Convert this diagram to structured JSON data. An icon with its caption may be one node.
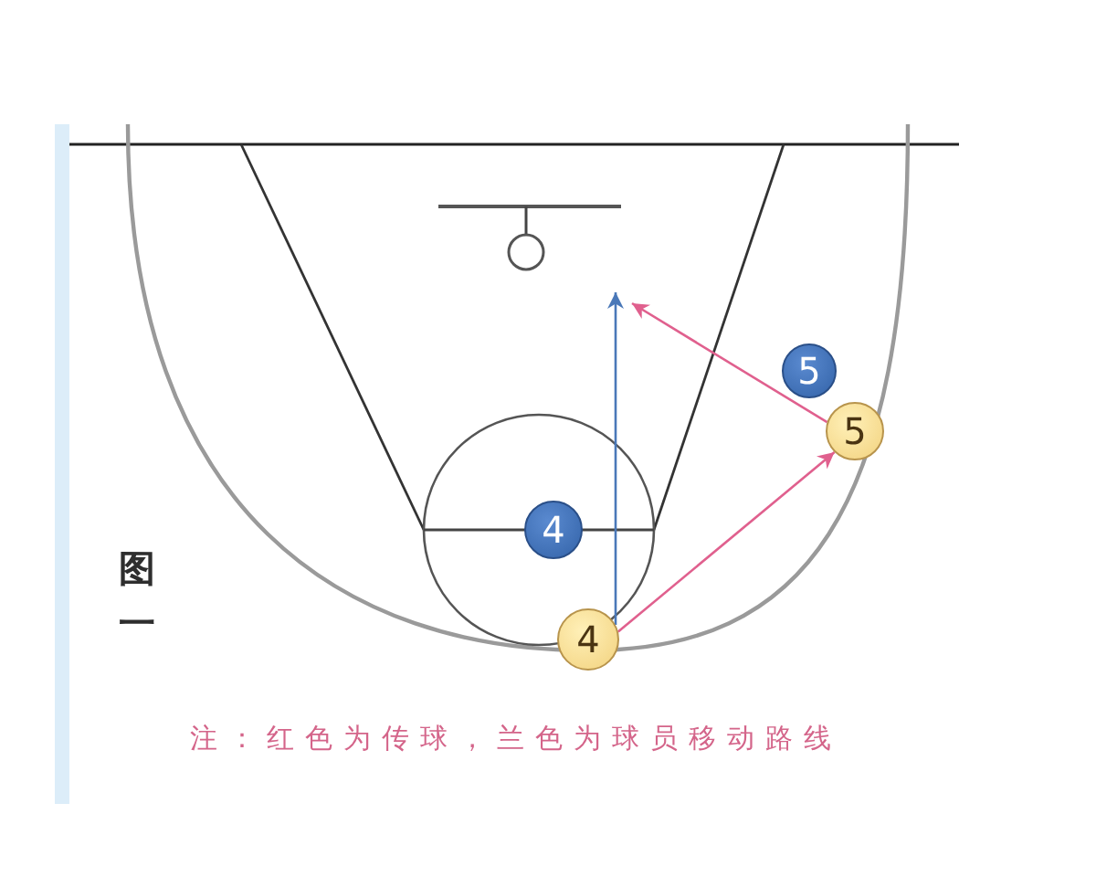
{
  "diagram": {
    "nodes": [
      {
        "text": [
          "5"
        ]
      },
      {
        "text": [
          "5"
        ]
      },
      {
        "text": [
          "4"
        ]
      },
      {
        "text": [
          "4"
        ]
      }
    ],
    "edges": [
      {
        "from": 3,
        "to": 1,
        "arrow": "to"
      },
      {
        "from": 1,
        "to": null,
        "arrow": "to"
      },
      {
        "from": 3,
        "to": null,
        "arrow": "to",
        "color": "#4a78b8"
      }
    ],
    "labels": [
      "图一",
      "注：红色为传球，兰色为球员移动路线"
    ]
  }
}
